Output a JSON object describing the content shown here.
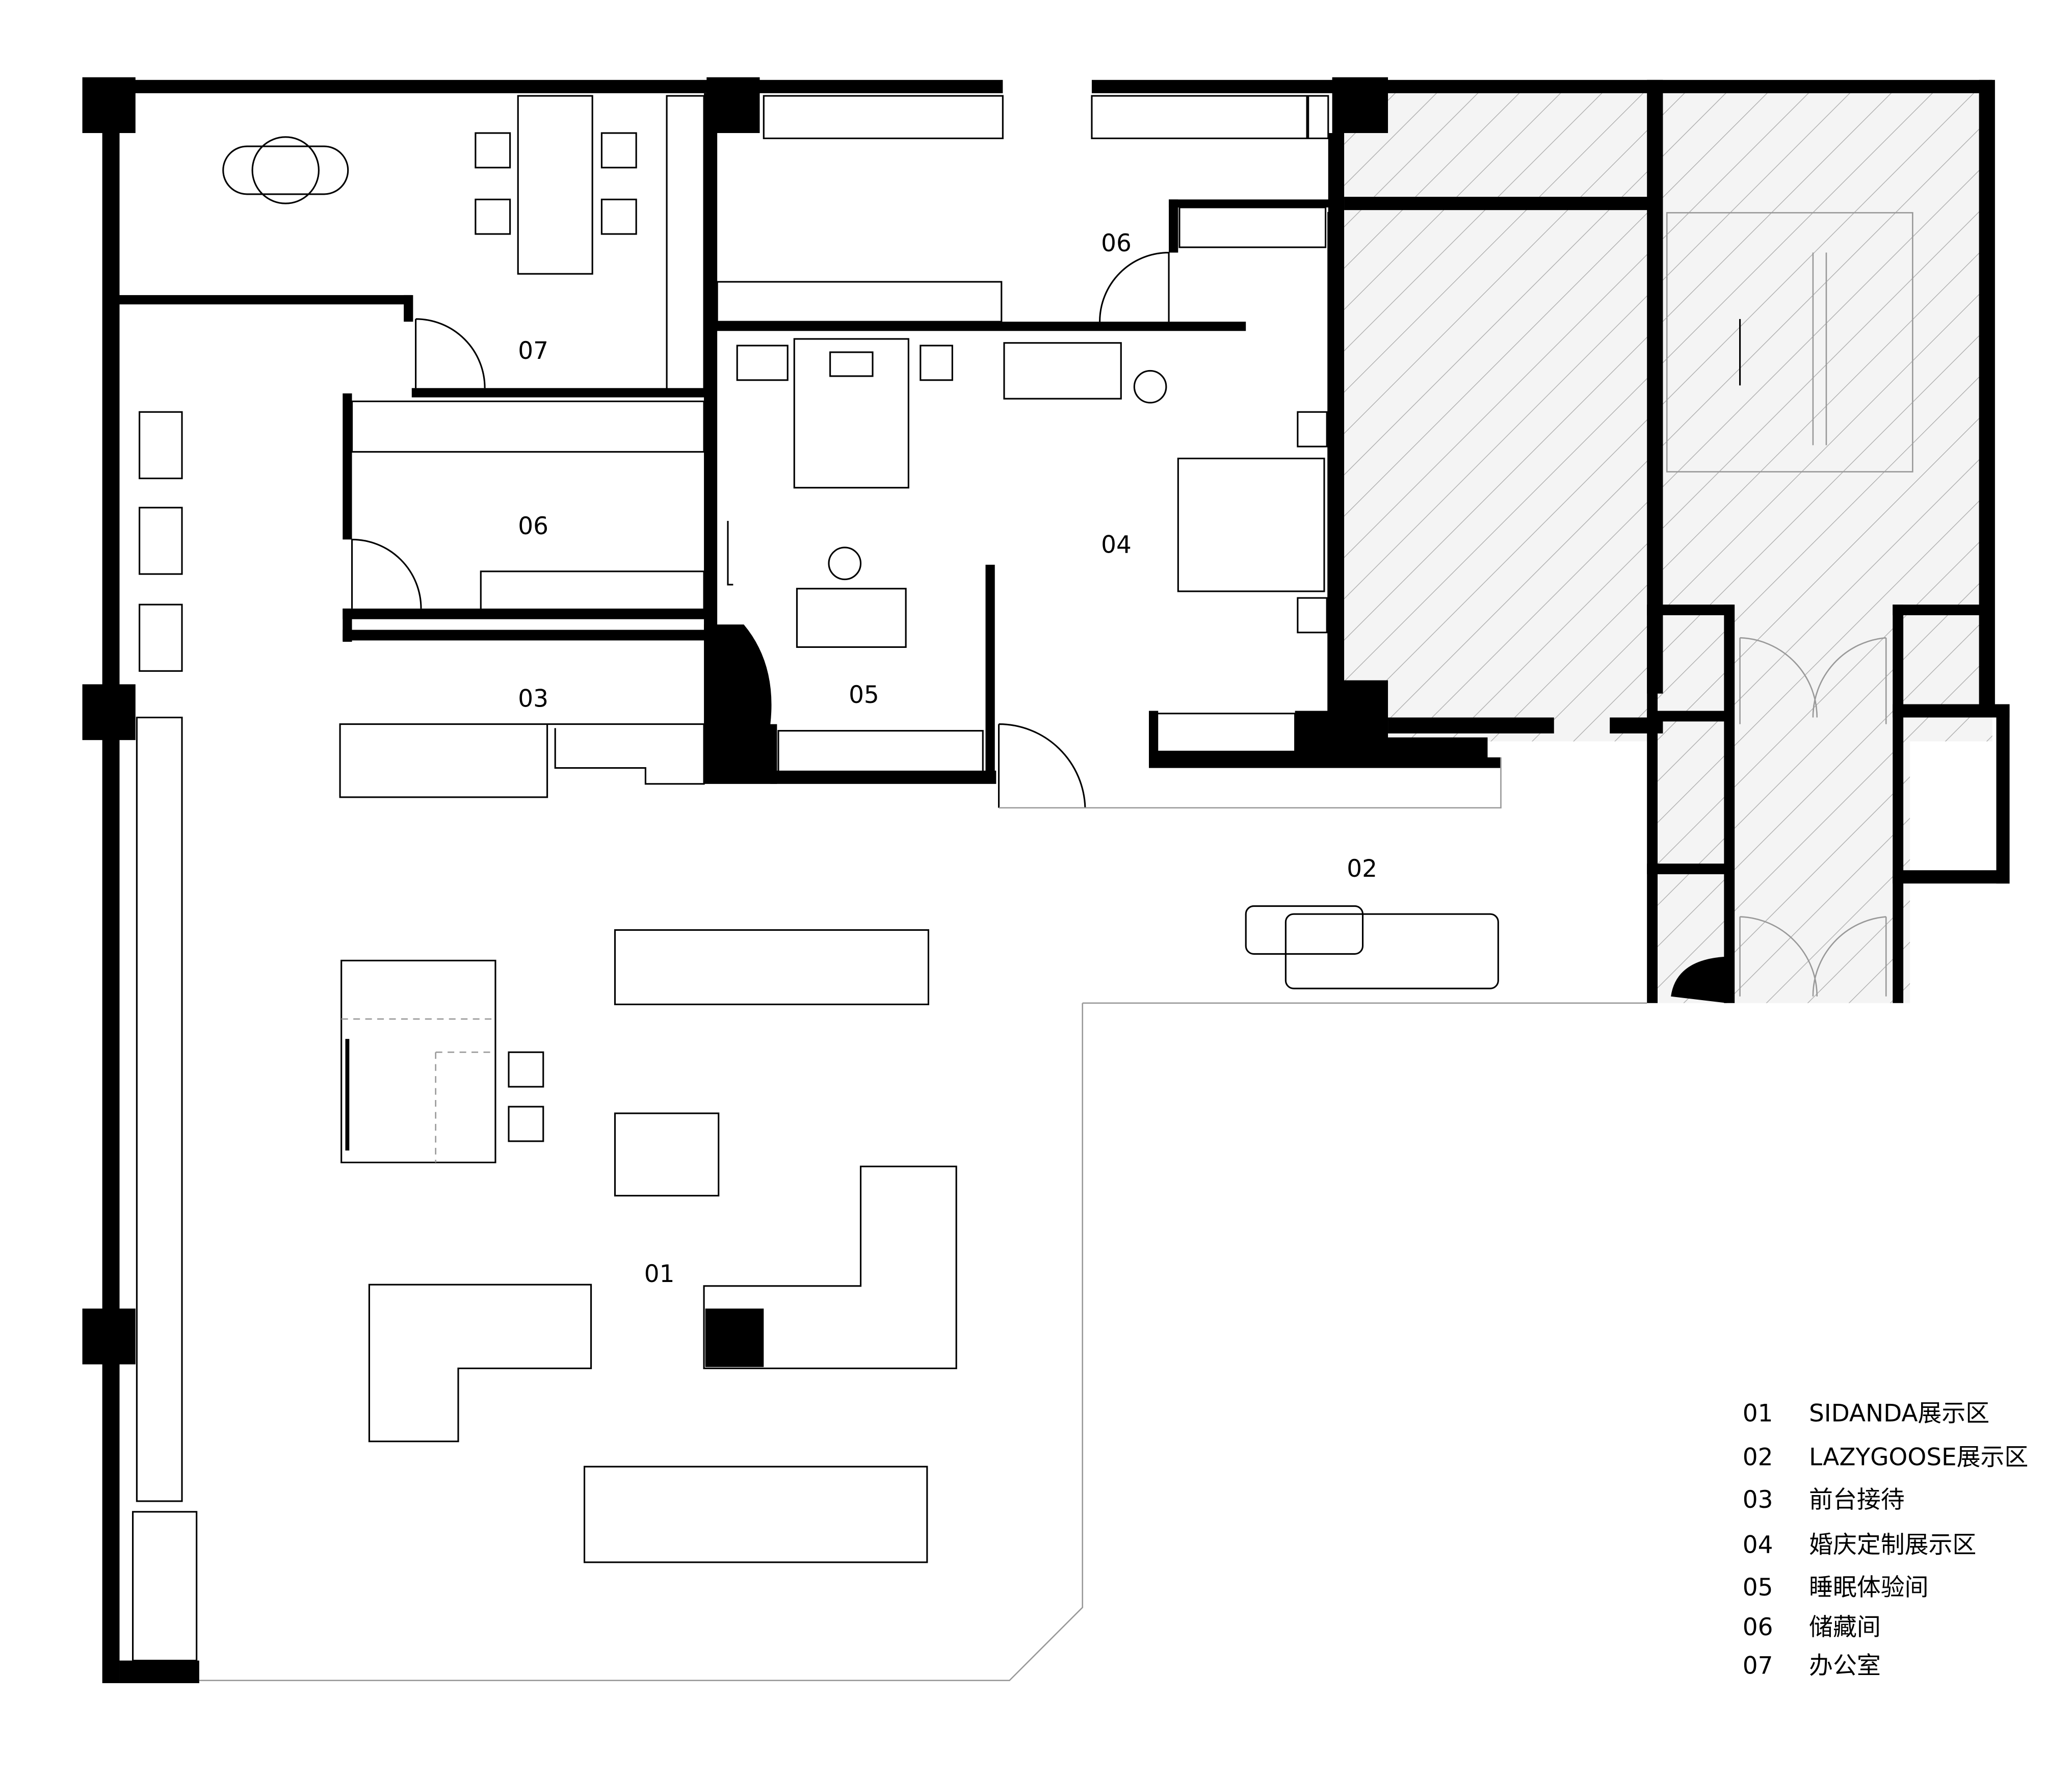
{
  "rooms": {
    "r01": "01",
    "r02": "02",
    "r03": "03",
    "r04": "04",
    "r05": "05",
    "r06a": "06",
    "r06b": "06",
    "r07": "07"
  },
  "legend": [
    {
      "num": "01",
      "name": "SIDANDA展示区"
    },
    {
      "num": "02",
      "name": "LAZYGOOSE展示区"
    },
    {
      "num": "03",
      "name": "前台接待"
    },
    {
      "num": "04",
      "name": "婚庆定制展示区"
    },
    {
      "num": "05",
      "name": "睡眠体验间"
    },
    {
      "num": "06",
      "name": "储藏间"
    },
    {
      "num": "07",
      "name": "办公室"
    }
  ],
  "colors": {
    "wall": "#000000",
    "furniture": "#000000",
    "hidden": "#999999",
    "hatch": "#f2f2f2"
  }
}
